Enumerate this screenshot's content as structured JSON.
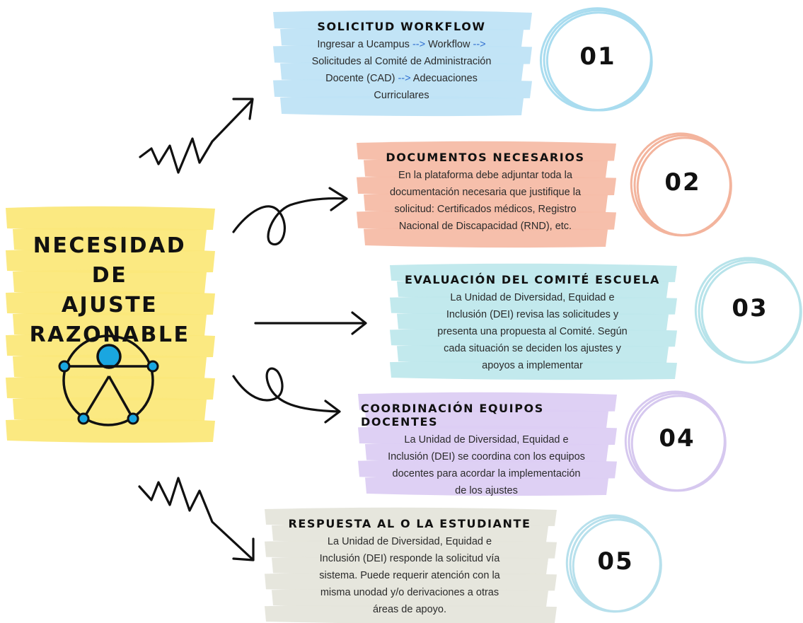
{
  "main_title": [
    "NECESIDAD DE",
    "AJUSTE",
    "RAZONABLE"
  ],
  "icon": "universal-access-icon",
  "steps": [
    {
      "number": "01",
      "title": "SOLICITUD WORKFLOW",
      "lines": [
        [
          {
            "t": "Ingresar a Ucampus "
          },
          {
            "t": "-->",
            "accent": true
          },
          {
            "t": " Workflow "
          },
          {
            "t": "-->",
            "accent": true
          }
        ],
        [
          {
            "t": "Solicitudes al Comité de Administración"
          }
        ],
        [
          {
            "t": "Docente (CAD) "
          },
          {
            "t": "-->",
            "accent": true
          },
          {
            "t": " Adecuaciones"
          }
        ],
        [
          {
            "t": "Curriculares"
          }
        ]
      ],
      "card_color": "#bfe3f6",
      "circle_color": "#a9dcef"
    },
    {
      "number": "02",
      "title": "DOCUMENTOS NECESARIOS",
      "lines": [
        [
          {
            "t": "En la plataforma debe adjuntar toda la"
          }
        ],
        [
          {
            "t": "documentación necesaria que justifique la"
          }
        ],
        [
          {
            "t": "solicitud: Certificados médicos, Registro"
          }
        ],
        [
          {
            "t": "Nacional de Discapacidad (RND), etc."
          }
        ]
      ],
      "card_color": "#f6bca6",
      "circle_color": "#f3b49d"
    },
    {
      "number": "03",
      "title": "EVALUACIÓN DEL COMITÉ ESCUELA",
      "lines": [
        [
          {
            "t": "La Unidad de Diversidad, Equidad e"
          }
        ],
        [
          {
            "t": "Inclusión (DEI) revisa las solicitudes y"
          }
        ],
        [
          {
            "t": "presenta una propuesta al Comité. Según"
          }
        ],
        [
          {
            "t": "cada situación se deciden los ajustes y"
          }
        ],
        [
          {
            "t": "apoyos a implementar"
          }
        ]
      ],
      "card_color": "#bfe8ec",
      "circle_color": "#b7e3ea"
    },
    {
      "number": "04",
      "title": "COORDINACIÓN EQUIPOS DOCENTES",
      "lines": [
        [
          {
            "t": "La Unidad de Diversidad, Equidad e"
          }
        ],
        [
          {
            "t": "Inclusión (DEI) se coordina con los equipos"
          }
        ],
        [
          {
            "t": "docentes para acordar la implementación"
          }
        ],
        [
          {
            "t": "de los ajustes"
          }
        ]
      ],
      "card_color": "#dccdf3",
      "circle_color": "#d6c8ef"
    },
    {
      "number": "05",
      "title": "RESPUESTA AL O LA ESTUDIANTE",
      "lines": [
        [
          {
            "t": "La Unidad de Diversidad, Equidad e"
          }
        ],
        [
          {
            "t": "Inclusión (DEI) responde la solicitud vía"
          }
        ],
        [
          {
            "t": "sistema. Puede requerir atención con la"
          }
        ],
        [
          {
            "t": "misma unodad y/o derivaciones a otras"
          }
        ],
        [
          {
            "t": "áreas de apoyo."
          }
        ]
      ],
      "card_color": "#e5e5db",
      "circle_color": "#b7e0ec"
    }
  ],
  "colors": {
    "main_highlight": "#fbe87a",
    "icon_accent": "#1aa6e0",
    "ink": "#111111",
    "link_arrow": "#2f6fd0"
  }
}
